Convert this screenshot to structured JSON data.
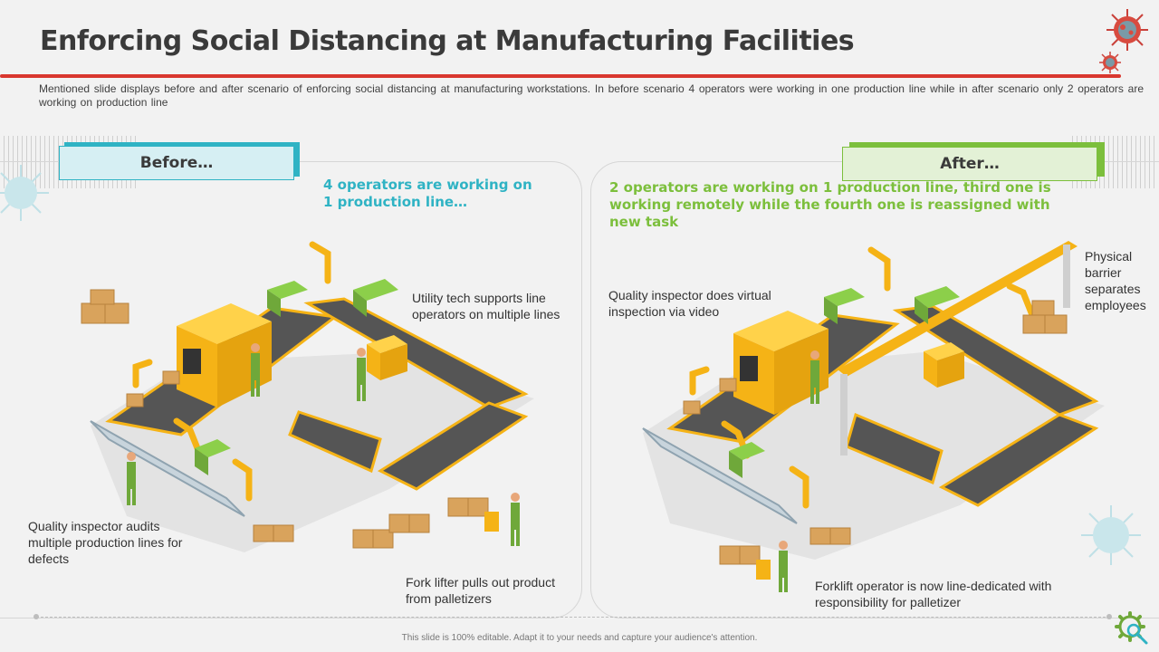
{
  "slide": {
    "title": "Enforcing Social Distancing at Manufacturing Facilities",
    "description": "Mentioned slide displays before and after scenario of enforcing social distancing at manufacturing workstations. In before scenario 4 operators were working in one production line while in after scenario only 2 operators are working on production line",
    "footer": "This slide is 100% editable. Adapt it to your needs and capture your audience's attention."
  },
  "colors": {
    "accent_red": "#d9372f",
    "before_teal": "#2fb3c4",
    "after_green": "#7cbf3c",
    "machine_yellow": "#f5b316",
    "worker_green": "#6fa83a"
  },
  "before": {
    "tag": "Before…",
    "heading": "4 operators are working on 1 production line…",
    "notes": {
      "utility": "Utility tech supports line operators on  multiple lines",
      "inspector": "Quality inspector audits multiple production lines for defects",
      "forklift": "Fork lifter pulls out product from palletizers"
    }
  },
  "after": {
    "tag": "After…",
    "heading": "2 operators are working on 1 production line, third one is working remotely while the fourth one is reassigned with new task",
    "notes": {
      "inspector": "Quality inspector does virtual inspection via video",
      "barrier": "Physical barrier separates employees",
      "forklift": "Forklift operator is now line-dedicated with responsibility for palletizer"
    }
  },
  "icons": {
    "virus_large": "virus-icon",
    "virus_small": "virus-icon",
    "gear_search": "gear-search-icon"
  }
}
